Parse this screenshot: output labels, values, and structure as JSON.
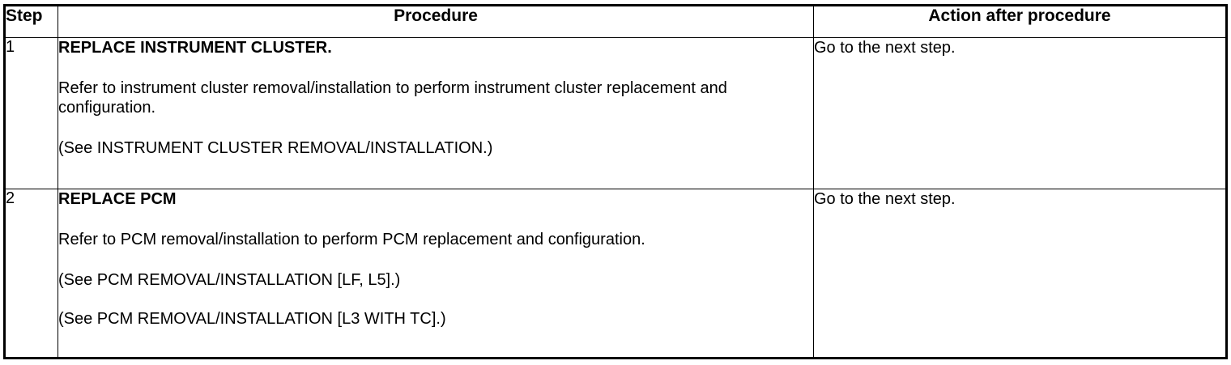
{
  "table": {
    "columns": [
      {
        "key": "step",
        "label": "Step",
        "align": "left"
      },
      {
        "key": "procedure",
        "label": "Procedure",
        "align": "center"
      },
      {
        "key": "action",
        "label": "Action after procedure",
        "align": "center"
      }
    ],
    "rows": [
      {
        "step": "1",
        "procedure": {
          "title": "REPLACE INSTRUMENT CLUSTER.",
          "body": "Refer to instrument cluster removal/installation to perform instrument cluster replacement and configuration.",
          "references": [
            "(See INSTRUMENT CLUSTER REMOVAL/INSTALLATION.)"
          ]
        },
        "action": "Go to the next step."
      },
      {
        "step": "2",
        "procedure": {
          "title": "REPLACE PCM",
          "body": "Refer to PCM removal/installation to perform PCM replacement and configuration.",
          "references": [
            "(See PCM REMOVAL/INSTALLATION [LF, L5].)",
            "(See PCM REMOVAL/INSTALLATION [L3 WITH TC].)"
          ]
        },
        "action": "Go to the next step."
      }
    ]
  },
  "colors": {
    "border": "#000000",
    "text": "#000000",
    "background": "#ffffff"
  }
}
